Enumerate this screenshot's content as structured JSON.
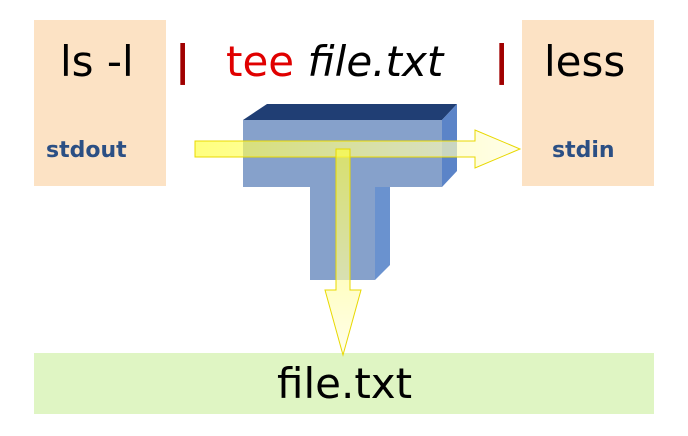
{
  "commands": {
    "ls": "ls -l",
    "pipe1": "|",
    "tee_word": "tee",
    "tee_file": "file.txt",
    "pipe2": "|",
    "less": "less"
  },
  "streams": {
    "stdout": "stdout",
    "stdin": "stdin"
  },
  "output_file": "file.txt",
  "colors": {
    "source_box": "#fce2c4",
    "target_box": "#fce2c4",
    "file_box": "#dff5c3",
    "pipe": "#a00000",
    "tee_word": "#e00000",
    "stream_label": "#2b4f84",
    "arrow": "#ffff00",
    "tee_shape": "#7f9cc8"
  }
}
